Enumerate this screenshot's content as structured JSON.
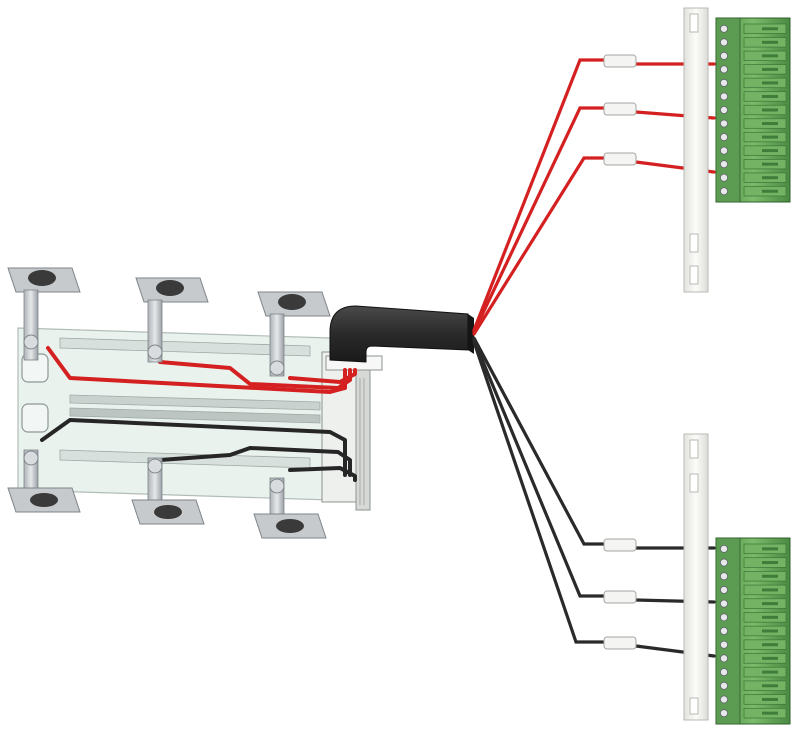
{
  "figure": {
    "subject": "busbar-voltage-tap-cable-assembly",
    "colors": {
      "background": "#ffffff",
      "phase_wire": "#d42020",
      "neutral_wire": "#2a2a2a",
      "cable_sheath": "#2c2c2c",
      "terminal_green": "#6aa75a",
      "terminal_green_dark": "#3f7d3a",
      "clamp_metal": "#c9ccd0",
      "clamp_metal_dark": "#8d9297",
      "carrier_white": "#f4f4f2",
      "panel_glass": "#e7f0ec"
    },
    "terminal_blocks": [
      {
        "id": "top",
        "positions": 13
      },
      {
        "id": "bottom",
        "positions": 13
      }
    ],
    "wires": {
      "red_count": 3,
      "black_count": 3
    },
    "clamps": {
      "top_count": 3,
      "bottom_count": 3
    }
  }
}
